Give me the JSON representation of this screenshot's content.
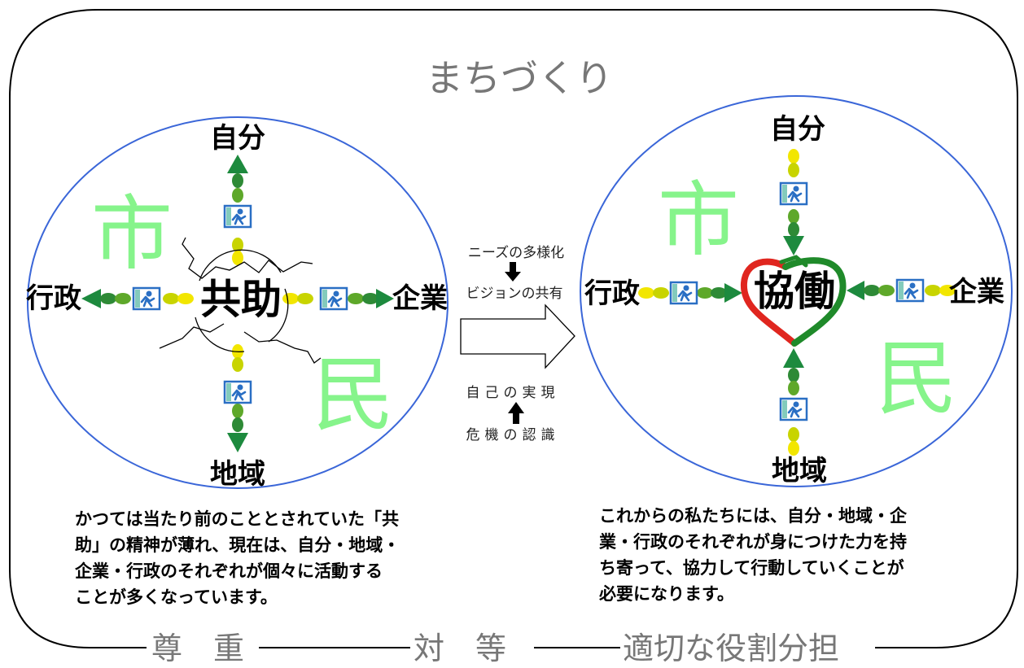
{
  "title": "まちづくり",
  "left": {
    "top": "自分",
    "left": "行政",
    "right": "企業",
    "bottom": "地域",
    "ichi": "市",
    "min": "民",
    "center": "共助",
    "description": [
      "かつては当たり前のこととされていた「共",
      "助」の精神が薄れ、現在は、自分・地域・",
      "企業・行政のそれぞれが個々に活動する",
      "ことが多くなっています。"
    ]
  },
  "right": {
    "top": "自分",
    "left": "行政",
    "right": "企業",
    "bottom": "地域",
    "ichi": "市",
    "min": "民",
    "center": "協働",
    "description": [
      "これからの私たちには、自分・地域・企",
      "業・行政のそれぞれが身につけた力を持",
      "ち寄って、協力して行動していくことが",
      "必要になります。"
    ]
  },
  "middle": {
    "top1": "ニーズの多様化",
    "top2": "ビジョンの共有",
    "bottom1": "自己の実現",
    "bottom2": "危機の認識"
  },
  "bottom": {
    "item1": "尊　重",
    "item2": "対　等",
    "item3": "適切な役割分担"
  },
  "colors": {
    "circle": "#3a66d8",
    "title_gray": "#777777",
    "ichimin_green": "#86f48b",
    "arrow_green": "#1d8a3e",
    "bead_yellow": "#f2e600",
    "bead_green": "#5ea82a",
    "heart_red": "#e0261f",
    "heart_green": "#1f8a2a"
  },
  "icons": [
    "running-person-icon",
    "heart-icon"
  ]
}
